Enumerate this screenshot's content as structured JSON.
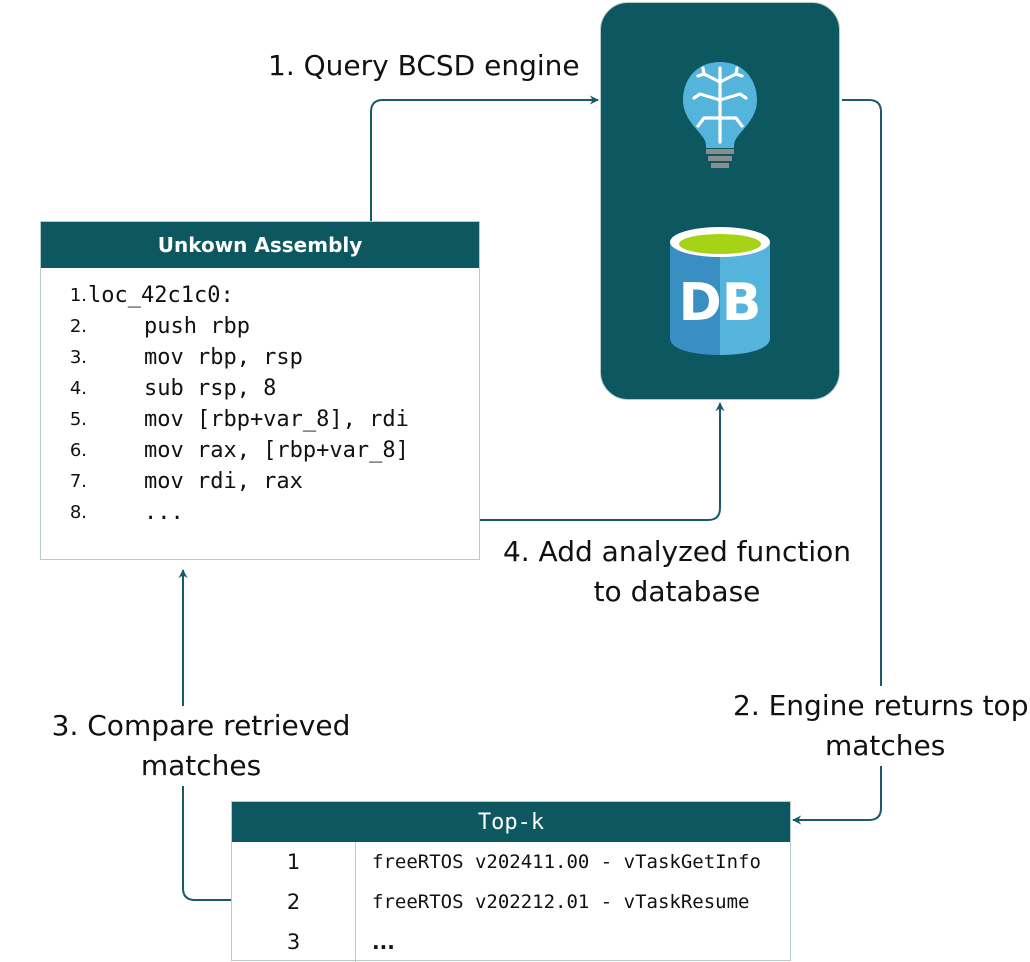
{
  "colors": {
    "teal": "#0d5760",
    "arrow": "#1a5a6d",
    "border": "#b9c9cc",
    "db_light": "#55b4dc",
    "db_dark": "#3a8fc2",
    "db_top": "#a6d316",
    "bulb_blue": "#55b4dc",
    "bulb_gray": "#8c8c8c"
  },
  "steps": {
    "step1": "1. Query BCSD engine",
    "step2_line1": "2. Engine returns top",
    "step2_line2": "matches",
    "step3_line1": "3. Compare retrieved",
    "step3_line2": "matches",
    "step4_line1": "4. Add analyzed function",
    "step4_line2": "to database"
  },
  "assembly": {
    "title": "Unkown Assembly",
    "lines": [
      {
        "num": "1.",
        "code": "loc_42c1c0:"
      },
      {
        "num": "2.",
        "code": "    push rbp"
      },
      {
        "num": "3.",
        "code": "    mov rbp, rsp"
      },
      {
        "num": "4.",
        "code": "    sub rsp, 8"
      },
      {
        "num": "5.",
        "code": "    mov [rbp+var_8], rdi"
      },
      {
        "num": "6.",
        "code": "    mov rax, [rbp+var_8]"
      },
      {
        "num": "7.",
        "code": "    mov rdi, rax"
      },
      {
        "num": "8.",
        "code": "    ..."
      }
    ]
  },
  "engine": {
    "icons": [
      "lightbulb-brain-icon",
      "database-icon"
    ],
    "db_text": "DB"
  },
  "topk": {
    "title": "Top-k",
    "rows": [
      {
        "rank": "1",
        "name": "freeRTOS v202411.00 - vTaskGetInfo"
      },
      {
        "rank": "2",
        "name": "freeRTOS v202212.01 - vTaskResume"
      },
      {
        "rank": "3",
        "name": "..."
      }
    ]
  }
}
